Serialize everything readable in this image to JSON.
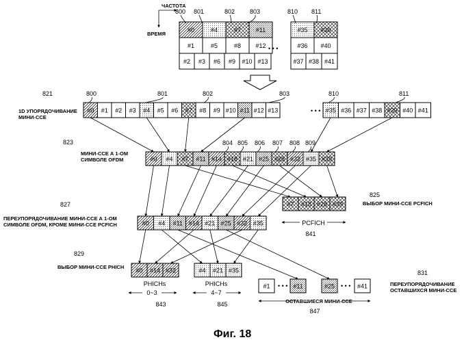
{
  "axes": {
    "frequency": "ЧАСТОТА",
    "time": "ВРЕМЯ"
  },
  "caption": "Фиг. 18",
  "grid": {
    "row1": [
      "#0",
      "#4",
      "#7",
      "#11"
    ],
    "row2": [
      "#1",
      "#5",
      "#8",
      "#12"
    ],
    "row3": [
      "#2",
      "#3",
      "#6",
      "#9",
      "#10",
      "#13"
    ],
    "right_row1": [
      "#35",
      "#39"
    ],
    "right_row2": [
      "#36",
      "#40"
    ],
    "right_row3": [
      "#37",
      "#38",
      "#41"
    ],
    "refs": [
      "800",
      "801",
      "802",
      "803",
      "810",
      "811"
    ]
  },
  "rows": {
    "ordering": {
      "ref": "821",
      "label1": "1D УПОРЯДОЧИВАНИЕ",
      "label2": "МИНИ-ССЕ",
      "cells_left": [
        "#0",
        "#1",
        "#2",
        "#3",
        "#4",
        "#5",
        "#6",
        "#7",
        "#8",
        "#9",
        "#10",
        "#11",
        "#12",
        "#13"
      ],
      "cells_right": [
        "#35",
        "#36",
        "#37",
        "#38",
        "#39",
        "#40",
        "#41"
      ],
      "refs": [
        "800",
        "801",
        "802",
        "803",
        "810",
        "811"
      ]
    },
    "first_symbol": {
      "ref": "823",
      "label1": "МИНИ-ССЕ А 1-ОМ",
      "label2": "СИМВОЛЕ OFDM",
      "cells": [
        "#0",
        "#4",
        "#7",
        "#11",
        "#14",
        "#18",
        "#21",
        "#25",
        "#28",
        "#32",
        "#35",
        "#39"
      ],
      "refs": [
        "804",
        "805",
        "806",
        "807",
        "808",
        "809"
      ]
    },
    "pcfich": {
      "ref": "825",
      "label": "ВЫБОР МИНИ-ССЕ PCFICH",
      "cells": [
        "#7",
        "#18",
        "#28",
        "#39"
      ],
      "name": "PCFICH",
      "num": "841"
    },
    "reorder": {
      "ref": "827",
      "label1": "ПЕРЕУПОРЯДОЧИВАНИЕ МИНИ-ССЕ А 1-ОМ",
      "label2": "СИМВОЛЕ OFDM, КРОМЕ МИНИ-ССЕ PCFICH",
      "cells": [
        "#0",
        "#4",
        "#11",
        "#14",
        "#21",
        "#25",
        "#32",
        "#35"
      ]
    },
    "phich": {
      "ref": "829",
      "label": "ВЫБОР МИНИ-ССЕ PHICH",
      "group1": [
        "#0",
        "#14",
        "#32"
      ],
      "group2": [
        "#4",
        "#21",
        "#35"
      ],
      "name1": "PHICHs",
      "range1": "0~3",
      "num1": "843",
      "name2": "PHICHs",
      "range2": "4~7",
      "num2": "845"
    },
    "remaining": {
      "ref": "831",
      "label1": "ПЕРЕУПОРЯДОЧИВАНИЕ",
      "label2": "ОСТАВШИХСЯ МИНИ-ССЕ",
      "cells": [
        "#1",
        "#11",
        "#25",
        "#41"
      ],
      "name": "ОСТАВШИЕСЯ МИНИ-ССЕ",
      "num": "847"
    }
  },
  "ellipsis": "• • •"
}
